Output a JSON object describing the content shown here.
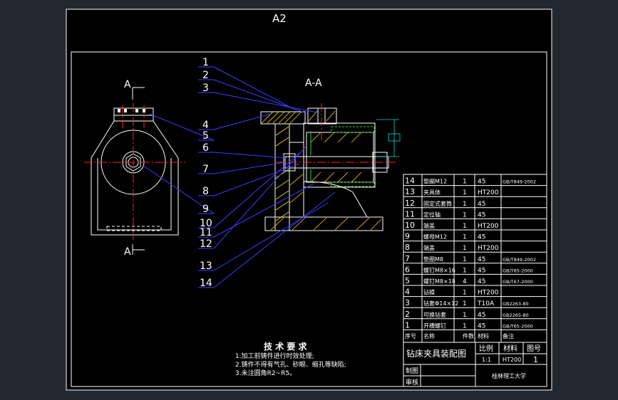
{
  "sheet": {
    "size_label": "A2",
    "section_label": "A-A",
    "section_marker": "A"
  },
  "leaders": [
    "1",
    "2",
    "3",
    "4",
    "5",
    "6",
    "7",
    "8",
    "9",
    "10",
    "11",
    "12",
    "13",
    "14"
  ],
  "bom": {
    "rows": [
      {
        "no": "14",
        "name": "垫圈M12",
        "qty": "1",
        "mat": "45",
        "std": "GB/T849-2002"
      },
      {
        "no": "13",
        "name": "夹具体",
        "qty": "1",
        "mat": "HT200",
        "std": ""
      },
      {
        "no": "12",
        "name": "固定式套筒",
        "qty": "1",
        "mat": "45",
        "std": ""
      },
      {
        "no": "11",
        "name": "定位轴",
        "qty": "1",
        "mat": "45",
        "std": ""
      },
      {
        "no": "10",
        "name": "端盖",
        "qty": "1",
        "mat": "HT200",
        "std": ""
      },
      {
        "no": "9",
        "name": "螺母M12",
        "qty": "1",
        "mat": "45",
        "std": ""
      },
      {
        "no": "8",
        "name": "端盖",
        "qty": "1",
        "mat": "HT200",
        "std": ""
      },
      {
        "no": "7",
        "name": "垫圈M8",
        "qty": "1",
        "mat": "45",
        "std": "GB/T849-2002"
      },
      {
        "no": "6",
        "name": "螺钉M8×16",
        "qty": "1",
        "mat": "45",
        "std": "GB/T65-2000"
      },
      {
        "no": "5",
        "name": "螺钉M8×18",
        "qty": "4",
        "mat": "45",
        "std": "GB/T67-2000"
      },
      {
        "no": "4",
        "name": "钻模",
        "qty": "1",
        "mat": "HT200",
        "std": ""
      },
      {
        "no": "3",
        "name": "钻套Φ14×12",
        "qty": "1",
        "mat": "T10A",
        "std": "GB2263-80"
      },
      {
        "no": "2",
        "name": "可换钻套",
        "qty": "1",
        "mat": "45",
        "std": "GB2265-80"
      },
      {
        "no": "1",
        "name": "开槽螺钉",
        "qty": "1",
        "mat": "45",
        "std": "GB/T65-2000"
      }
    ],
    "header": {
      "no": "序号",
      "name": "名称",
      "qty": "件数",
      "mat": "材料",
      "std": "备注"
    }
  },
  "title_block": {
    "title": "钻床夹具装配图",
    "scale_label": "比例",
    "material_label": "材料",
    "drawing_no_label": "图号",
    "scale_value": "1:1",
    "material_value": "HT200",
    "drawing_no_value": "1",
    "drawn_label": "制图",
    "checked_label": "审核",
    "school": "桂林理工大学"
  },
  "tech": {
    "title": "技 术 要 求",
    "lines": [
      "1.加工前铸件进行时效处理;",
      "2.铸件不得有气孔、砂眼、缩孔等缺陷;",
      "3.未注圆角R2~R5。"
    ]
  },
  "colors": {
    "background": "#212830",
    "paper": "#000000",
    "line": "#ffffff",
    "leader": "#3c3cff",
    "center": "#ff2020",
    "hatch": "#ffd800",
    "dim": "#00d8d8",
    "green": "#20e020"
  }
}
